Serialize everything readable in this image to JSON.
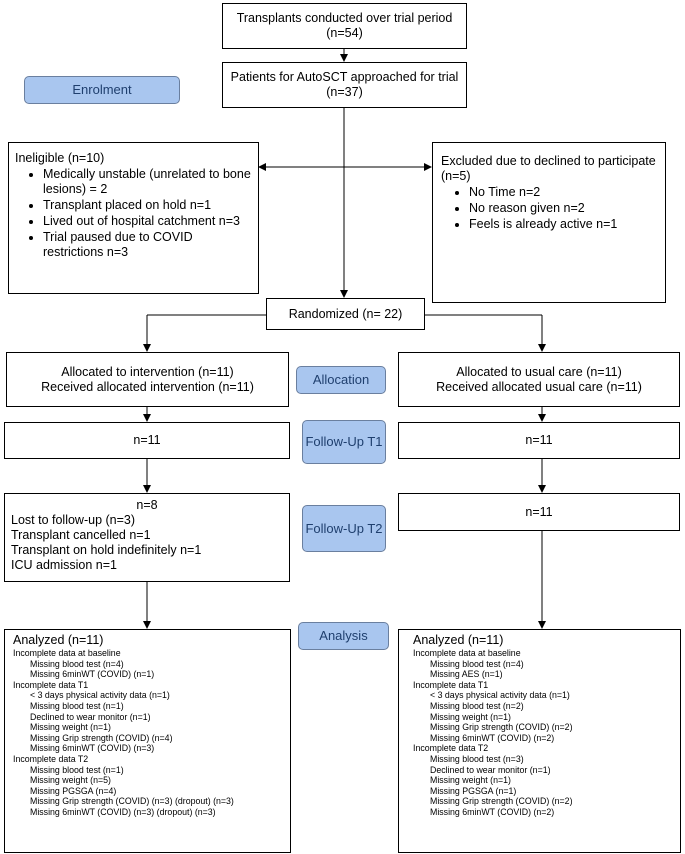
{
  "top": {
    "line1": "Transplants conducted over trial period",
    "line2": "(n=54)"
  },
  "approached": {
    "line1": "Patients for AutoSCT approached for trial",
    "line2": "(n=37)"
  },
  "stages": {
    "enrolment": "Enrolment",
    "allocation": "Allocation",
    "followup_t1": "Follow-Up T1",
    "followup_t2": "Follow-Up T2",
    "analysis": "Analysis"
  },
  "ineligible": {
    "title": "Ineligible (n=10)",
    "items": [
      "Medically unstable (unrelated to bone lesions) = 2",
      "Transplant placed on hold n=1",
      "Lived out of hospital catchment n=3",
      "Trial paused due to COVID restrictions n=3"
    ]
  },
  "excluded": {
    "title": "Excluded due to declined to participate (n=5)",
    "items": [
      "No Time n=2",
      "No reason given n=2",
      "Feels is already active n=1"
    ]
  },
  "randomized": "Randomized (n= 22)",
  "intervention": {
    "alloc1": "Allocated to intervention (n=11)",
    "alloc2": "Received allocated intervention (n=11)",
    "t1": "n=11",
    "t2": {
      "n": "n=8",
      "lines": [
        "Lost to follow-up (n=3)",
        "Transplant cancelled n=1",
        "Transplant on hold indefinitely n=1",
        "ICU admission n=1"
      ]
    },
    "analyzed": {
      "title": "Analyzed (n=11)",
      "baseline": "Incomplete data at baseline",
      "baseline_items": [
        "Missing blood test (n=4)",
        "Missing 6minWT (COVID) (n=1)"
      ],
      "t1": "Incomplete data T1",
      "t1_items": [
        "< 3 days physical activity data (n=1)",
        "Missing blood test (n=1)",
        "Declined to wear monitor (n=1)",
        "Missing weight (n=1)",
        "Missing Grip strength (COVID) (n=4)",
        "Missing 6minWT (COVID) (n=3)"
      ],
      "t2": "Incomplete data T2",
      "t2_items": [
        "Missing blood test (n=1)",
        "Missing weight (n=5)",
        "Missing PGSGA (n=4)",
        "Missing Grip strength (COVID) (n=3) (dropout) (n=3)",
        "Missing 6minWT (COVID) (n=3) (dropout) (n=3)"
      ]
    }
  },
  "usual": {
    "alloc1": "Allocated to usual care (n=11)",
    "alloc2": "Received allocated usual care (n=11)",
    "t1": "n=11",
    "t2": "n=11",
    "analyzed": {
      "title": "Analyzed (n=11)",
      "baseline": "Incomplete data at baseline",
      "baseline_items": [
        "Missing blood test (n=4)",
        "Missing AES (n=1)"
      ],
      "t1": "Incomplete data T1",
      "t1_items": [
        "< 3 days physical activity data (n=1)",
        "Missing blood test (n=2)",
        "Missing weight (n=1)",
        "Missing Grip strength (COVID) (n=2)",
        "Missing 6minWT (COVID) (n=2)"
      ],
      "t2": "Incomplete data T2",
      "t2_items": [
        "Missing blood test (n=3)",
        "Declined to wear monitor (n=1)",
        "Missing weight (n=1)",
        "Missing PGSGA (n=1)",
        "Missing Grip strength (COVID) (n=2)",
        "Missing 6minWT (COVID) (n=2)"
      ]
    }
  },
  "colors": {
    "stage_label": "#a9c6ef"
  }
}
